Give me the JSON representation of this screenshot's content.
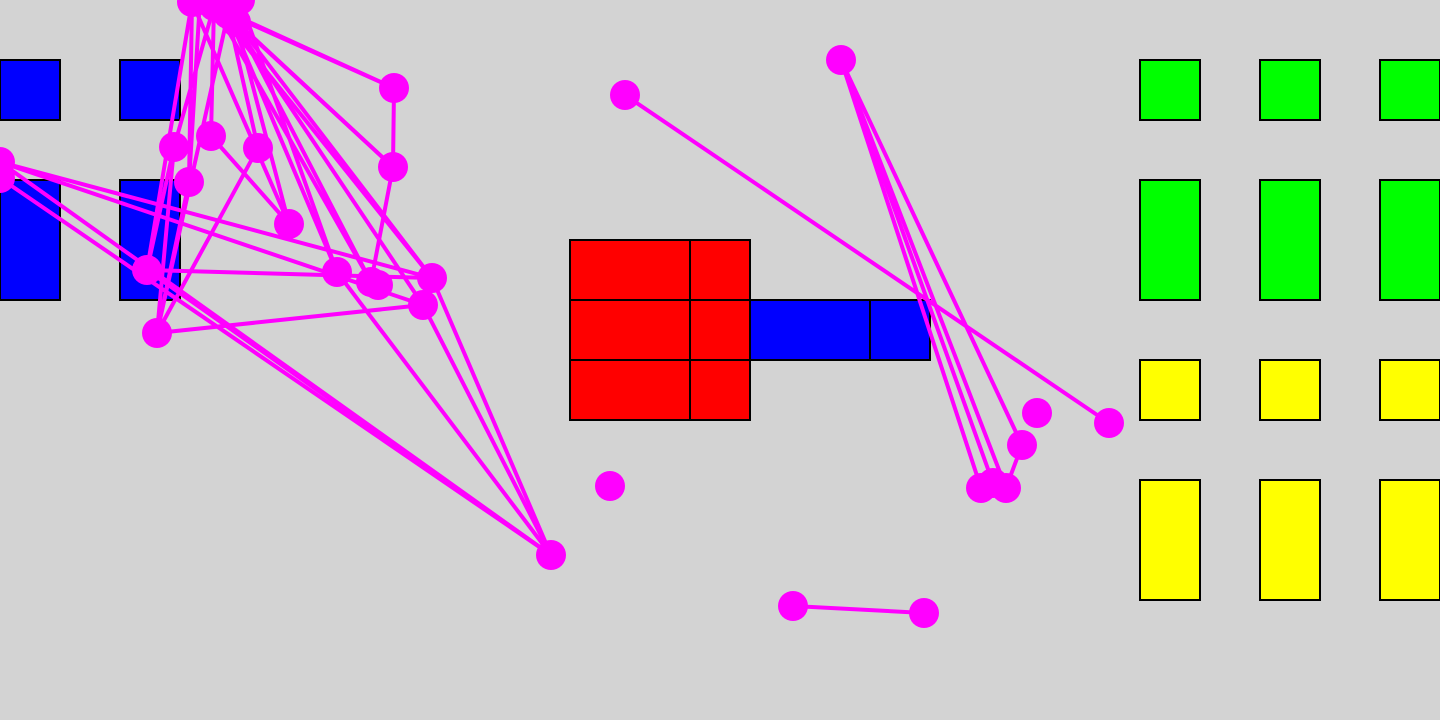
{
  "colors": {
    "background": "#d3d3d3",
    "outline": "#000000",
    "blue": "#0000ff",
    "red": "#ff0000",
    "green": "#00ff00",
    "yellow": "#ffff00",
    "magenta": "#ff00ff"
  },
  "tile_groups": [
    {
      "name": "blue-tiles-left",
      "color": "blue",
      "count": 4
    },
    {
      "name": "red-block-center",
      "color": "red",
      "count": 6
    },
    {
      "name": "blue-bar-center",
      "color": "blue",
      "count": 2
    },
    {
      "name": "green-tiles-right",
      "color": "green",
      "count": 6
    },
    {
      "name": "yellow-tiles-right",
      "color": "yellow",
      "count": 6
    }
  ],
  "markers": {
    "color": "magenta",
    "node_count": 34,
    "link_count": 45
  }
}
